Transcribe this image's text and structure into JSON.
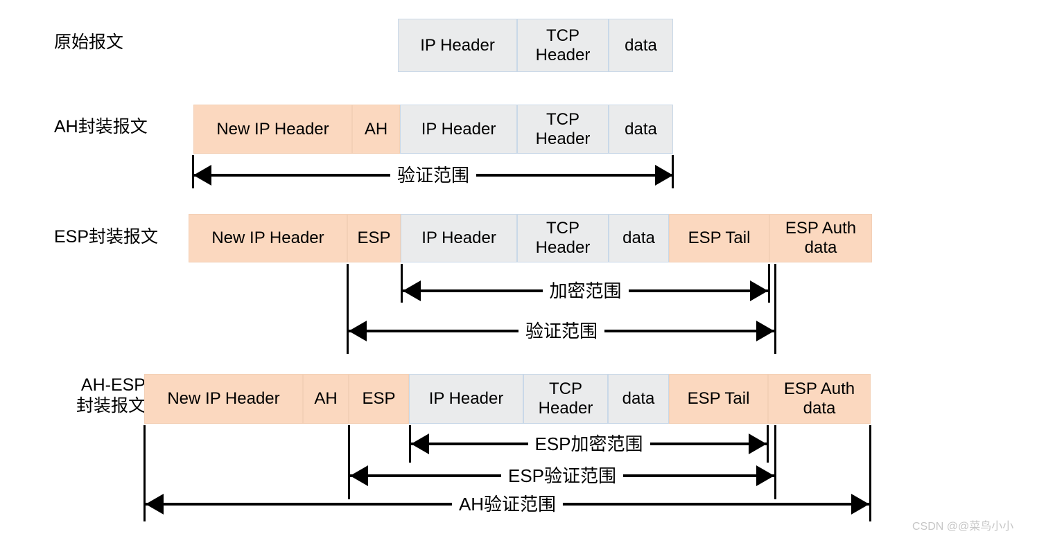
{
  "diagram": {
    "title_watermark": "CSDN @@菜鸟小小",
    "palette": {
      "orange_fill": "#fbd8bf",
      "gray_fill": "#eaebec",
      "gray_border": "#c9d8e8",
      "line_color": "#000000",
      "watermark_color": "#c6c6c6"
    },
    "rows": [
      {
        "label": "原始报文",
        "blocks": [
          {
            "text": "IP Header",
            "style": "gray"
          },
          {
            "text": "TCP\nHeader",
            "style": "gray"
          },
          {
            "text": "data",
            "style": "gray"
          }
        ],
        "arrows": []
      },
      {
        "label": "AH封装报文",
        "blocks": [
          {
            "text": "New IP Header",
            "style": "orange"
          },
          {
            "text": "AH",
            "style": "orange"
          },
          {
            "text": "IP Header",
            "style": "gray"
          },
          {
            "text": "TCP\nHeader",
            "style": "gray"
          },
          {
            "text": "data",
            "style": "gray"
          }
        ],
        "arrows": [
          {
            "caption": "验证范围"
          }
        ]
      },
      {
        "label": "ESP封装报文",
        "blocks": [
          {
            "text": "New IP Header",
            "style": "orange"
          },
          {
            "text": "ESP",
            "style": "orange"
          },
          {
            "text": "IP Header",
            "style": "gray"
          },
          {
            "text": "TCP\nHeader",
            "style": "gray"
          },
          {
            "text": "data",
            "style": "gray"
          },
          {
            "text": "ESP Tail",
            "style": "orange"
          },
          {
            "text": "ESP Auth\ndata",
            "style": "orange"
          }
        ],
        "arrows": [
          {
            "caption": "加密范围"
          },
          {
            "caption": "验证范围"
          }
        ]
      },
      {
        "label": "AH-ESP\n封装报文",
        "blocks": [
          {
            "text": "New IP Header",
            "style": "orange"
          },
          {
            "text": "AH",
            "style": "orange"
          },
          {
            "text": "ESP",
            "style": "orange"
          },
          {
            "text": "IP Header",
            "style": "gray"
          },
          {
            "text": "TCP\nHeader",
            "style": "gray"
          },
          {
            "text": "data",
            "style": "gray"
          },
          {
            "text": "ESP Tail",
            "style": "orange"
          },
          {
            "text": "ESP Auth\ndata",
            "style": "orange"
          }
        ],
        "arrows": [
          {
            "caption": "ESP加密范围"
          },
          {
            "caption": "ESP验证范围"
          },
          {
            "caption": "AH验证范围"
          }
        ]
      }
    ]
  }
}
